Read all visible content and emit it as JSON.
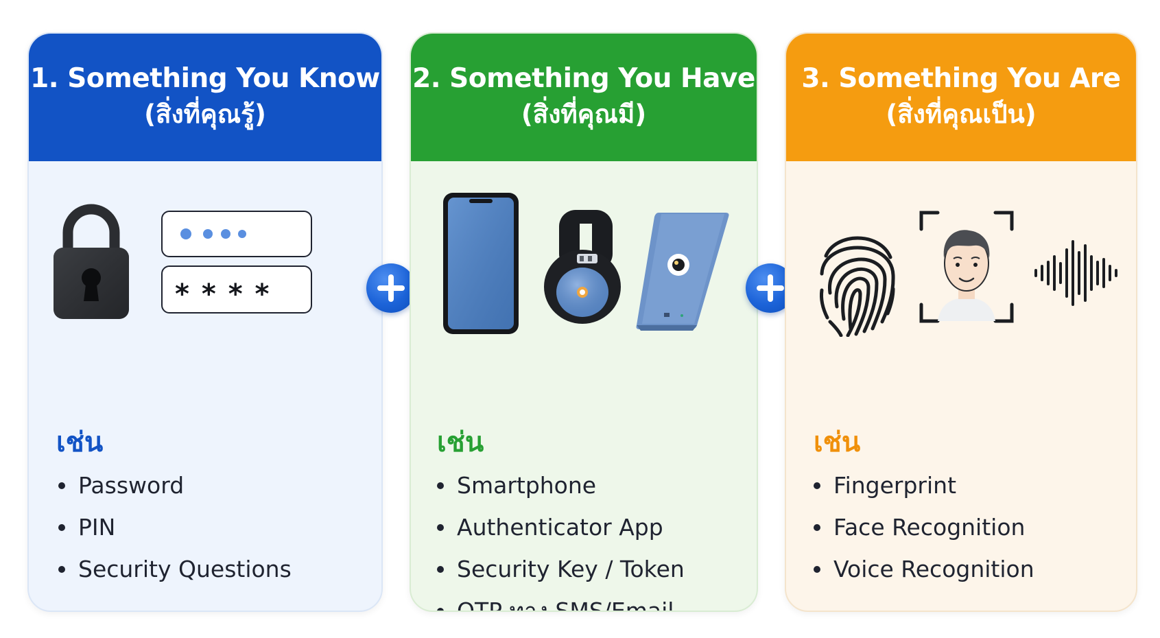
{
  "colors": {
    "know_header": "#1253c5",
    "have_header": "#27a033",
    "are_header": "#f59c10",
    "plus_badge": "#1c63d8"
  },
  "factors": [
    {
      "title": "1. Something You Know",
      "subtitle": "(สิ่งที่คุณรู้)",
      "examples_label": "เช่น",
      "icons": [
        "padlock-icon",
        "password-dots-field-icon",
        "password-asterisks-field-icon"
      ],
      "examples": [
        "Password",
        "PIN",
        "Security Questions"
      ],
      "password_field_dots": "● ● ● ●",
      "password_field_asterisks": "* * * *"
    },
    {
      "title": "2. Something You Have",
      "subtitle": "(สิ่งที่คุณมี)",
      "examples_label": "เช่น",
      "icons": [
        "smartphone-icon",
        "security-key-fob-icon",
        "hardware-token-icon"
      ],
      "examples": [
        "Smartphone",
        "Authenticator App",
        "Security Key / Token",
        "OTP ทาง SMS/Email"
      ]
    },
    {
      "title": "3. Something You Are",
      "subtitle": "(สิ่งที่คุณเป็น)",
      "examples_label": "เช่น",
      "icons": [
        "fingerprint-icon",
        "face-scan-icon",
        "voice-waveform-icon"
      ],
      "examples": [
        "Fingerprint",
        "Face Recognition",
        "Voice Recognition"
      ]
    }
  ],
  "connectors": [
    "plus-icon",
    "plus-icon"
  ]
}
